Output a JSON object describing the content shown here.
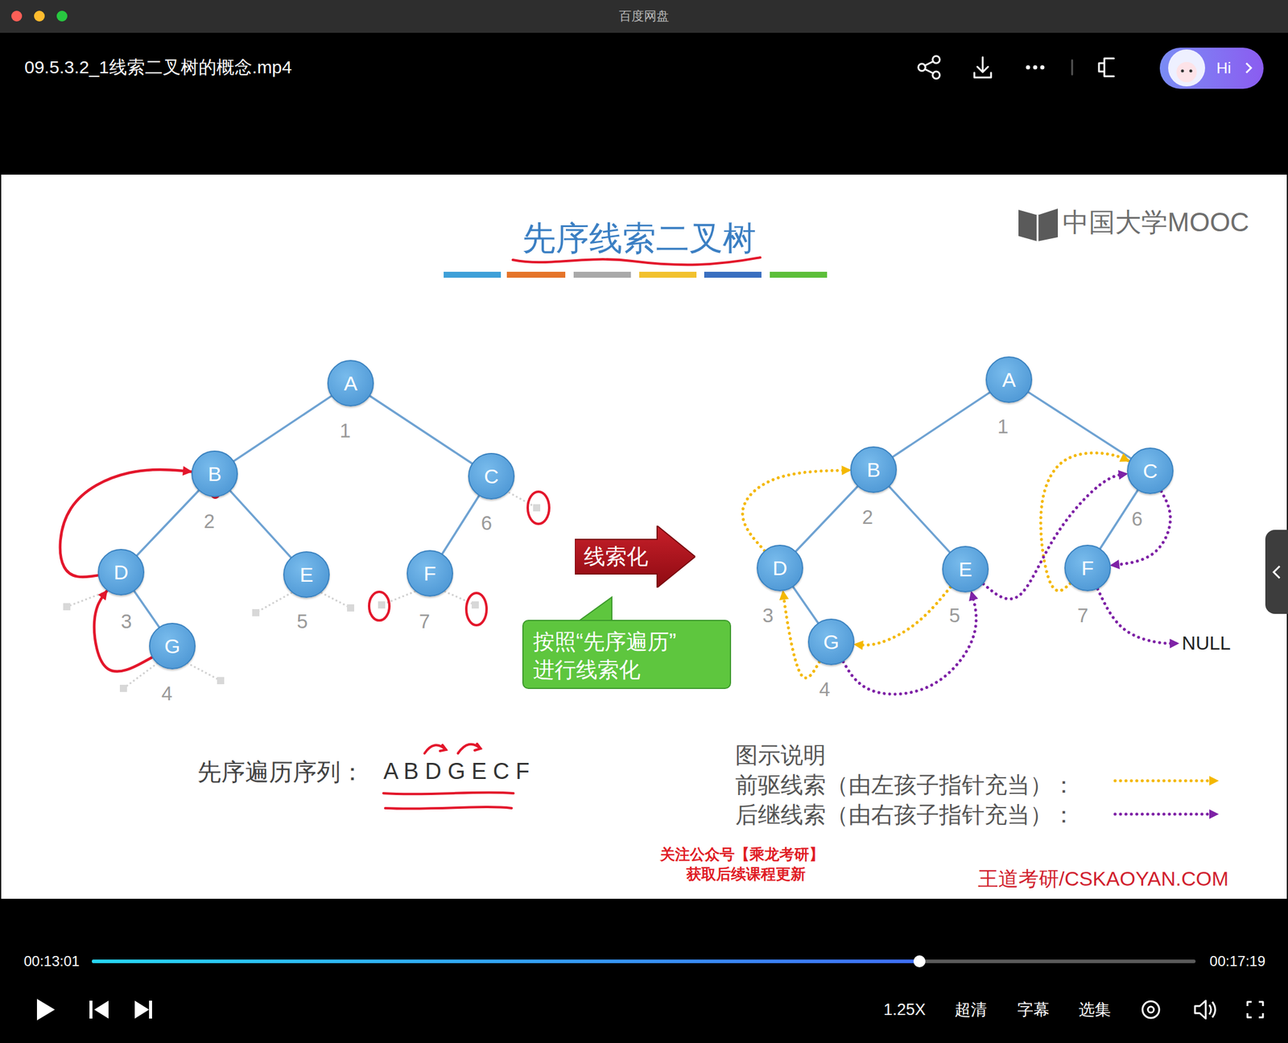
{
  "diagram": {
    "title": "先序线索二叉树",
    "nodes": [
      {
        "text": [
          "A"
        ]
      },
      {
        "text": [
          "B"
        ]
      },
      {
        "text": [
          "C"
        ]
      },
      {
        "text": [
          "D"
        ]
      },
      {
        "text": [
          "E"
        ]
      },
      {
        "text": [
          "F"
        ]
      },
      {
        "text": [
          "G"
        ]
      },
      {
        "text": [
          "线索化"
        ]
      },
      {
        "text": [
          "按照“先序遍历” 进行线索化"
        ]
      },
      {
        "text": [
          "A"
        ]
      },
      {
        "text": [
          "B"
        ]
      },
      {
        "text": [
          "C"
        ]
      },
      {
        "text": [
          "D"
        ]
      },
      {
        "text": [
          "E"
        ]
      },
      {
        "text": [
          "F"
        ]
      },
      {
        "text": [
          "G"
        ]
      },
      {
        "text": [
          "NULL"
        ]
      }
    ],
    "edges": [
      {
        "from": 0,
        "to": 1,
        "arrow": "none"
      },
      {
        "from": 0,
        "to": 2,
        "arrow": "none"
      },
      {
        "from": 1,
        "to": 3,
        "arrow": "none"
      },
      {
        "from": 1,
        "to": 4,
        "arrow": "none"
      },
      {
        "from": 2,
        "to": 5,
        "arrow": "none"
      },
      {
        "from": 3,
        "to": 6,
        "arrow": "none"
      },
      {
        "from": 3,
        "to": 1,
        "arrow": "to"
      },
      {
        "from": 6,
        "to": 3,
        "arrow": "to"
      },
      {
        "from": 9,
        "to": 10,
        "arrow": "none"
      },
      {
        "from": 9,
        "to": 11,
        "arrow": "none"
      },
      {
        "from": 10,
        "to": 12,
        "arrow": "none"
      },
      {
        "from": 10,
        "to": 13,
        "arrow": "none"
      },
      {
        "from": 11,
        "to": 14,
        "arrow": "none"
      },
      {
        "from": 12,
        "to": 15,
        "arrow": "none"
      },
      {
        "from": 12,
        "to": 10,
        "arrow": "to"
      },
      {
        "from": 15,
        "to": 12,
        "arrow": "to"
      },
      {
        "from": 13,
        "to": 15,
        "arrow": "to"
      },
      {
        "from": 14,
        "to": 11,
        "arrow": "to"
      },
      {
        "from": 15,
        "to": 13,
        "arrow": "to"
      },
      {
        "from": 13,
        "to": 11,
        "arrow": "to"
      },
      {
        "from": 11,
        "to": 14,
        "arrow": "to"
      },
      {
        "from": 14,
        "to": 16,
        "arrow": "to"
      }
    ],
    "labels": [
      "百度网盘",
      "09.5.3.2_1线索二叉树的概念.mp4",
      "Hi",
      "中国大学MOOC",
      "1",
      "2",
      "6",
      "3",
      "5",
      "7",
      "4",
      "1",
      "2",
      "6",
      "3",
      "5",
      "7",
      "4",
      "先序遍历序列：",
      "A B D G E C F",
      "图示说明",
      "关注公众号【乘龙考研】",
      "获取后续课程更新",
      "王道考研/CSKAOYAN.COM",
      "00:13:01",
      "00:17:19",
      "1.25X",
      "超清",
      "字幕",
      "选集"
    ],
    "legend": [
      {
        "text": "前驱线索（由左孩子指针充当）："
      },
      {
        "text": "后继线索（由右孩子指针充当）："
      }
    ]
  }
}
